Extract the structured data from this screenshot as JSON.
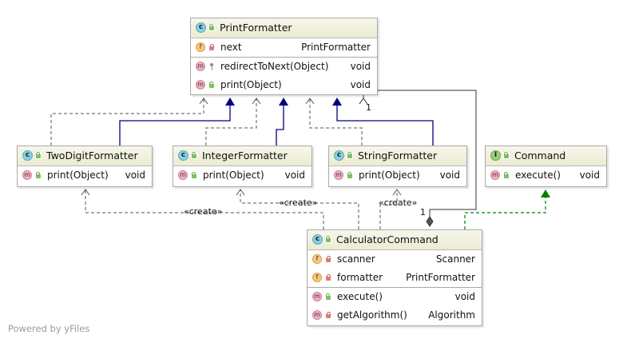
{
  "nodes": {
    "print_formatter": {
      "title": "PrintFormatter",
      "kind": "c",
      "fields": [
        {
          "name": "next",
          "type": "PrintFormatter",
          "vis": "priv"
        }
      ],
      "methods": [
        {
          "name": "redirectToNext(Object)",
          "type": "void",
          "vis": "pack"
        },
        {
          "name": "print(Object)",
          "type": "void",
          "vis": "pub"
        }
      ]
    },
    "two_digit": {
      "title": "TwoDigitFormatter",
      "kind": "c",
      "methods": [
        {
          "name": "print(Object)",
          "type": "void",
          "vis": "pub"
        }
      ]
    },
    "integer": {
      "title": "IntegerFormatter",
      "kind": "c",
      "methods": [
        {
          "name": "print(Object)",
          "type": "void",
          "vis": "pub"
        }
      ]
    },
    "string": {
      "title": "StringFormatter",
      "kind": "c",
      "methods": [
        {
          "name": "print(Object)",
          "type": "void",
          "vis": "pub"
        }
      ]
    },
    "command": {
      "title": "Command",
      "kind": "i",
      "methods": [
        {
          "name": "execute()",
          "type": "void",
          "vis": "pub"
        }
      ]
    },
    "calculator": {
      "title": "CalculatorCommand",
      "kind": "c",
      "fields": [
        {
          "name": "scanner",
          "type": "Scanner",
          "vis": "priv"
        },
        {
          "name": "formatter",
          "type": "PrintFormatter",
          "vis": "priv"
        }
      ],
      "methods": [
        {
          "name": "execute()",
          "type": "void",
          "vis": "pub"
        },
        {
          "name": "getAlgorithm()",
          "type": "Algorithm",
          "vis": "priv"
        }
      ]
    }
  },
  "labels": {
    "create_two_digit": "«create»",
    "create_integer": "«create»",
    "create_string": "«create»",
    "mult_target": "1",
    "mult_source": "1"
  },
  "watermark": "Powered by yFiles",
  "colors": {
    "dependency": "#555555",
    "extends": "#000080",
    "implements": "#008000",
    "association": "#333333"
  }
}
